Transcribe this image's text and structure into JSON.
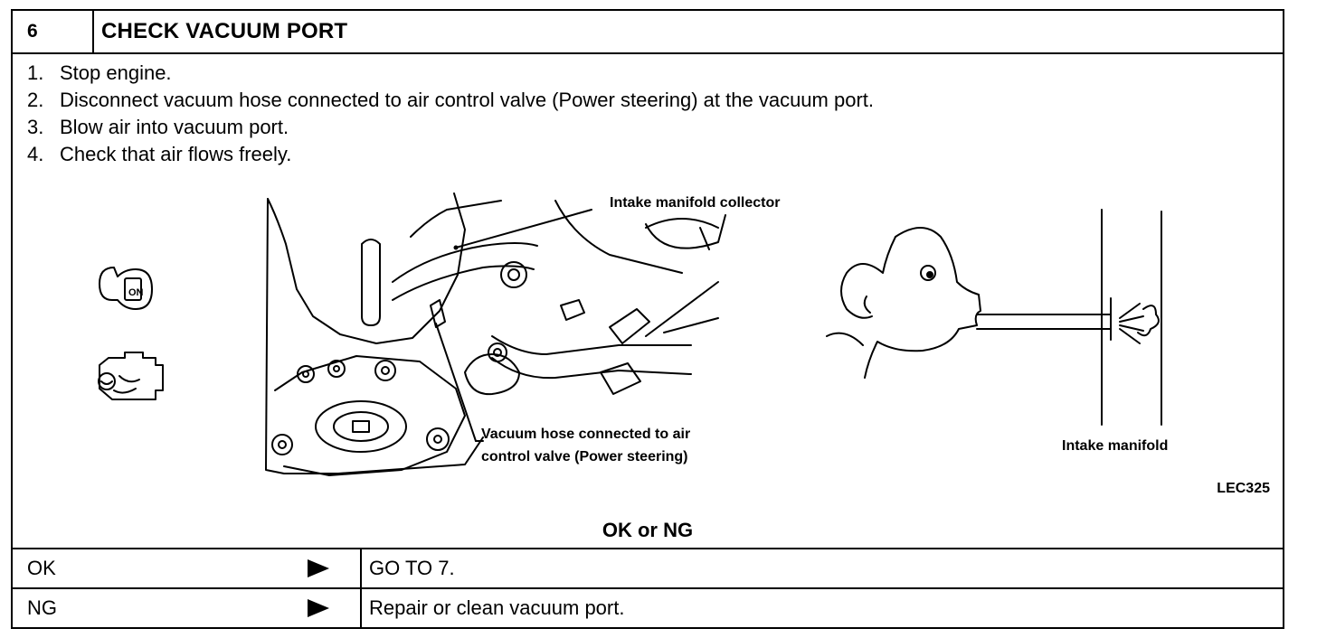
{
  "header": {
    "step_number": "6",
    "title": "CHECK VACUUM PORT"
  },
  "steps": [
    {
      "num": "1.",
      "text": "Stop engine."
    },
    {
      "num": "2.",
      "text": "Disconnect vacuum hose connected to air control valve (Power steering) at the vacuum port."
    },
    {
      "num": "3.",
      "text": "Blow air into vacuum port."
    },
    {
      "num": "4.",
      "text": "Check that air flows freely."
    }
  ],
  "illustration": {
    "label_collector": "Intake manifold collector",
    "label_hose_line1": "Vacuum hose connected to air",
    "label_hose_line2": "control valve (Power steering)",
    "label_manifold": "Intake manifold",
    "figure_code": "LEC325"
  },
  "result_prompt": "OK or NG",
  "results": [
    {
      "condition": "OK",
      "action": "GO TO 7."
    },
    {
      "condition": "NG",
      "action": "Repair or clean vacuum port."
    }
  ]
}
